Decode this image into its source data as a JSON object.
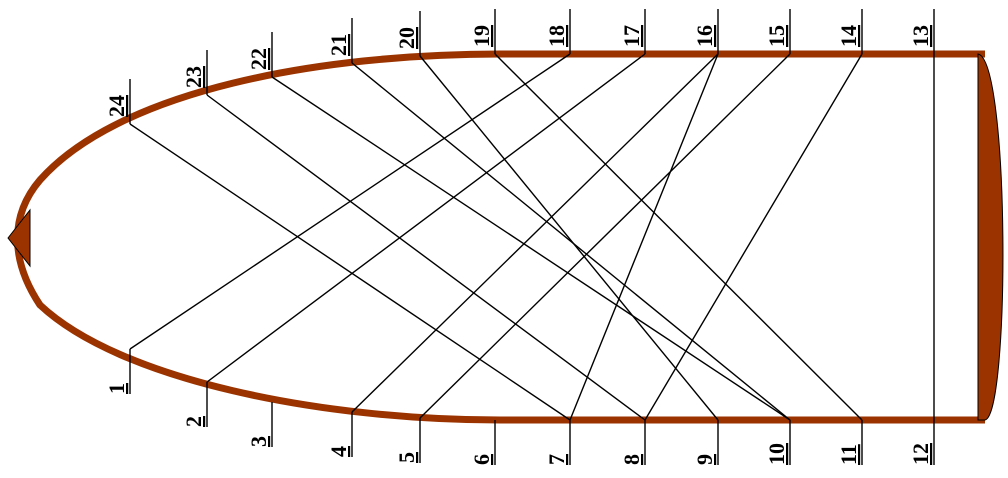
{
  "colors": {
    "hull": "#9a3300",
    "wires": "#000000",
    "labels": "#000000"
  },
  "labels": {
    "bottom": [
      "1",
      "2",
      "3",
      "4",
      "5",
      "6",
      "7",
      "8",
      "9",
      "10",
      "11",
      "12"
    ],
    "top": [
      "13",
      "14",
      "15",
      "16",
      "17",
      "18",
      "19",
      "20",
      "21",
      "22",
      "23",
      "24"
    ]
  },
  "connections": [
    [
      "1",
      "18"
    ],
    [
      "2",
      "17"
    ],
    [
      "4",
      "16"
    ],
    [
      "5",
      "15"
    ],
    [
      "7",
      "16"
    ],
    [
      "8",
      "14"
    ],
    [
      "9",
      "20"
    ],
    [
      "10",
      "21"
    ],
    [
      "11",
      "19"
    ],
    [
      "12",
      "13"
    ],
    [
      "7",
      "24"
    ],
    [
      "8",
      "23"
    ],
    [
      "10",
      "22"
    ]
  ]
}
